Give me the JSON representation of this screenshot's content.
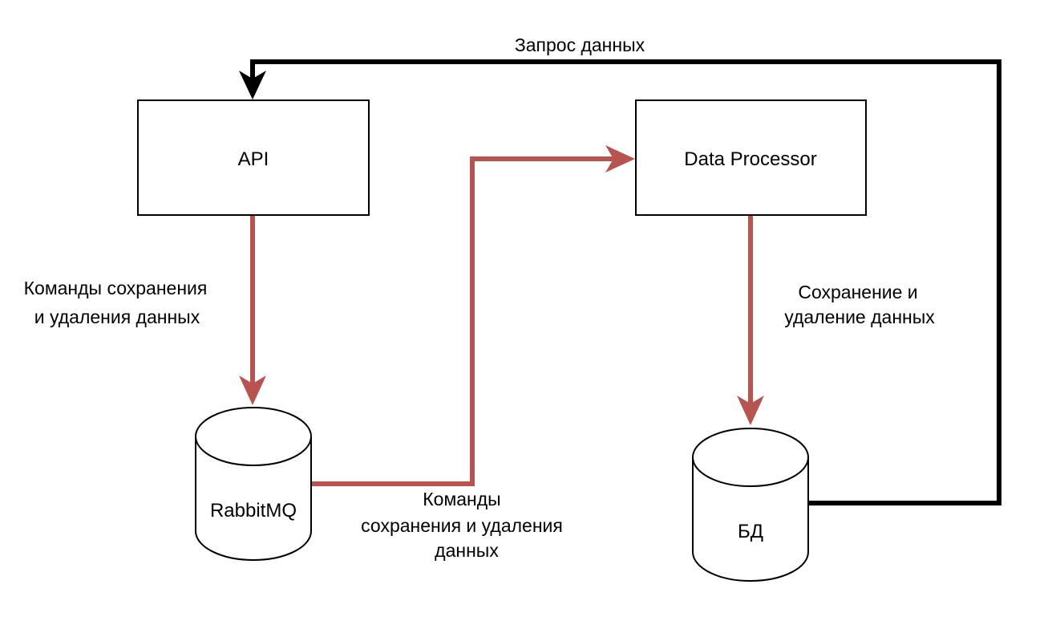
{
  "diagram": {
    "nodes": {
      "api": {
        "label": "API",
        "shape": "rectangle"
      },
      "data_processor": {
        "label": "Data Processor",
        "shape": "rectangle"
      },
      "rabbitmq": {
        "label": "RabbitMQ",
        "shape": "cylinder"
      },
      "db": {
        "label": "БД",
        "shape": "cylinder"
      }
    },
    "edges": {
      "api_to_rabbitmq": {
        "from": "API",
        "to": "RabbitMQ",
        "color": "#b85450",
        "label_lines": [
          "Команды сохранения",
          "и удаления данных"
        ]
      },
      "rabbitmq_to_data_processor": {
        "from": "RabbitMQ",
        "to": "Data Processor",
        "color": "#b85450",
        "label_lines": [
          "Команды",
          "сохранения и удаления",
          "данных"
        ]
      },
      "data_processor_to_db": {
        "from": "Data Processor",
        "to": "БД",
        "color": "#b85450",
        "label_lines": [
          "Сохранение и",
          "удаление данных"
        ]
      },
      "db_to_api": {
        "from": "БД",
        "to": "API",
        "color": "#000000",
        "label_lines": [
          "Запрос данных"
        ]
      }
    }
  }
}
